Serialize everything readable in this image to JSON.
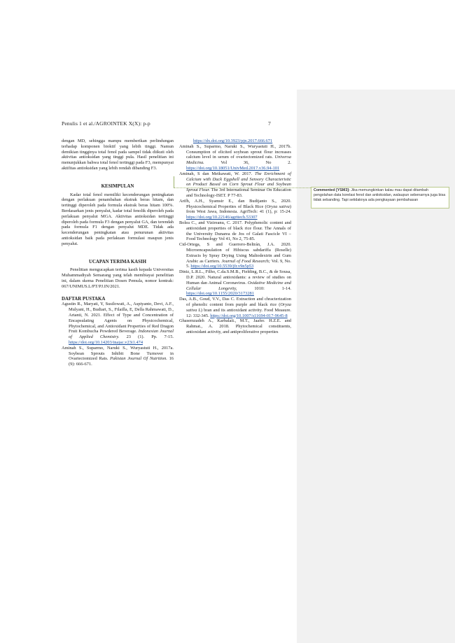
{
  "header": {
    "running_title": "Penulis 1 et al./AGROINTEK X(X): p-p",
    "page_number": "7"
  },
  "left_column": {
    "intro_paragraph": "dengan MD, sehingga mampu memberikan perlindungan terhadap komponen bioktif yang lebih tinggi. Namun demikian tingginya total fenol pada sampel tidak diikuti oleh aktivitas antioksidan yang tinggi pula. Hasil penelitian ini menunjukkan bahwa total fenol tertinggi pada F3, mempunyai aktifitas antioksidan yang lebih rendah dibanding F3.",
    "conclusion_heading": "KESIMPULAN",
    "conclusion_text": "Kadar total fenol memiliki kecenderungan peningkatan dengan perlakuan penambahan ekstrak beras hitam, dan tertinggi diperoleh pada formula ekstrak beras hitam 100%. Berdasarkan jenis penyalut, kadar total fenolik diperoleh pada perlakuan penyalut MGA. Aktivitas antioksidan tertinggi diperoleh pada formula F3 dengan penyalut GA, dan terendah pada formula F1 dengan penyalut MDE. Tidak ada kecenderungan peningkatan atau penurunan aktivitas antioksidan baik pada perlakuan formulasi maupun jenis penyalut.",
    "ack_heading": "UCAPAN TERIMA KASIH",
    "ack_text": "Penelitian mengucapkan terima kasih kepada Universitas Muhammadiyah Semarang yang telah membiayai penelitian ini, dalam skema Penelitian Dosen Pemula, nomor kontrak: 067/UNIMUS.L/PT/PJ.IN/2021.",
    "refs_heading": "DAFTAR PUSTAKA",
    "refs": [
      {
        "text": "Agustin R., Maryati, Y, Susilowati, A., Aspiyanto, Devi, A.F., Mulyani, H., Budiari, S., Filailla, E, Della Rahmawati, D., Artanti, N. 2021. Effect of Type and Concentration of Encapsulating Agents on Physicochemical, Phytochemical, and Antioxidant Properties of Red Dragon Fruit Kombucha Powdered Beverage. ",
        "journal": "Indonesian Journal of Applied Chemistry.",
        "tail": " 23 (1). Pp. 7-15. ",
        "link": "https://doi.org/10.14203/inajac.v23i1.474"
      },
      {
        "text": "Aminah S., Suparmo, Naruki S., Wuryastuti H., 2017a. Soybean Sprouts Inhibit Bone Turnover in Ovariectomized Rats. ",
        "journal": "Pakistan Journal Of Nutrition.",
        "tail": " 16 (9): 666-671.",
        "link": ""
      }
    ]
  },
  "right_column": {
    "continued_link": "https://dx.doi.org/10.3923/pjn.2017.666.671",
    "refs": [
      {
        "text": "Aminah S., Suparmo, Naruki S., Wuryastuti H., 2017b. Consumption of elicited soybean sprout flour increases calcium level in serum of ovariectomized rats. ",
        "journal": "Universa Medicina.",
        "tail": " Vol 36, No 2. ",
        "link": "https://doi.org/10.18051/UnivMed.2017.v36.94-101"
      },
      {
        "text": "Aminah, S dan Meikawati, W. 2017. ",
        "journal": "The Enrichment of Calcium with Duck Eggshell and Sensory Characteristic on Product Based on Corn Sprout Flour and Soybean Sprout Flour.",
        "tail": " The 3rd International Seminar On Education and Technology-ISET. P 77-83.",
        "link": ""
      },
      {
        "text": "Arifh, A.H., Syamsir E., dan Budijanto S., 2020. Physicochemical Properties of Black Rice (",
        "journal": "Oryza sativa",
        "tail": ") from West Jawa, Indonesia. AgriTech: 41 (1), p: 15-24. ",
        "link": "https://doi.org/10.22146/agritech.53307"
      },
      {
        "text": "Bolea C., and Vizireanu, C. 2017. Polyphenolic content and antioxidant properties of black rice flour. The Annals of the University Dunarea de Jos of Galati Fascicle VI – Food Technology Vol 41, No 2, 75-85.",
        "journal": "",
        "tail": "",
        "link": ""
      },
      {
        "text": "Cid-Ortega, S and Guerrero-Beltrán, J.A. 2020. Microencapsulation of Hibiscus sabdariffa (Roselle) Extracts by Spray Drying Using Maltodextrin and Gum Arabic as Carriers. ",
        "journal": "Journal of Food Research;",
        "tail": " Vol. 9, No. 5. ",
        "link": "https://doi.org/10.5539/jfr.v9n5p53"
      },
      {
        "text": "Diniz, L.R.L., Filho, C.da.S.M.B., Fielding, B.C., & de Sousa, D.P. 2020. Natural antioxidants: a review of studies on Human dan Animal Coronavirus. ",
        "journal": "Oxidative Medicine and Cellular Longevity,",
        "tail": " 1010: 1-14. ",
        "link": "https://doi.org/10.1155/2020/3173281"
      },
      {
        "text": "Das, A.B., Goud, V.V., Das C. Extraction and chracterization of phenolic content from purple and black rice (",
        "journal": "Oryza sativa L",
        "tail": ") bran and its antioxidant activity. Food Measure. 12: 332-345. ",
        "link": "https://doi.org/10.1007/s11694-017-9645-8"
      },
      {
        "text": "Ghasemzadeh A., Karbalaii., M.T., Jaafer. H.Z.E. and Rahmat., A. 2018. Phytochemical constituents, antioxidant activity, and antiproliferative properties",
        "journal": "",
        "tail": "",
        "link": ""
      }
    ]
  },
  "comment": {
    "author": "Commented [YSM3]:",
    "text": "Jika memungkinkan kalau mau dapat ditambah pengolahan data korelasi fenol dan antioksidan, walaupun sebenarnya juga bisa tidak sebanding. Tapi setidaknya ada pengkayaan pembahasan"
  },
  "colors": {
    "sidebar": "#f1f1f1",
    "comment_border": "#b9c98a",
    "link": "#1a4fa0"
  }
}
